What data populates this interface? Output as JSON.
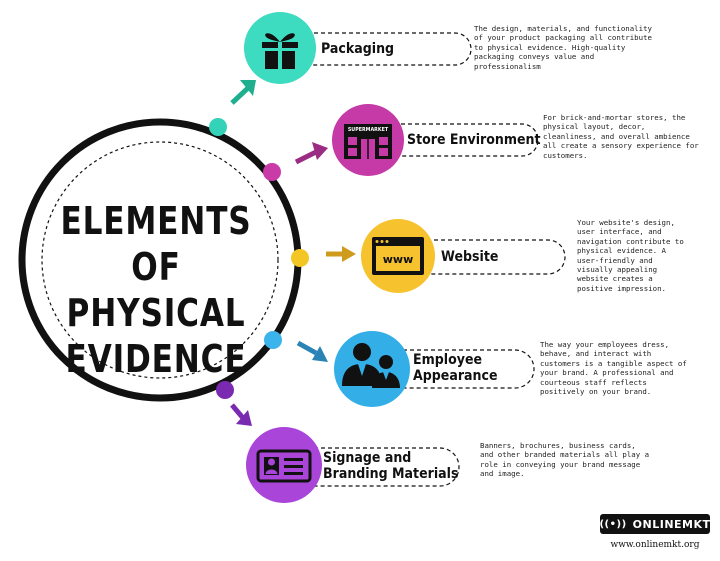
{
  "title": "ELEMENTS OF PHYSICAL EVIDENCE",
  "colors": {
    "teal": "#3ddbc0",
    "magenta": "#c53aa6",
    "yellow": "#f6c22d",
    "blue": "#33aee6",
    "purple": "#a945d8",
    "dot_teal": "#34d3b9",
    "dot_magenta": "#c93ba7",
    "dot_yellow": "#f3c624",
    "dot_blue": "#3ab4ea",
    "arrow_teal": "#1faf8f",
    "arrow_magenta": "#9b2c84",
    "arrow_yellow": "#cf9b1c",
    "arrow_blue": "#2a83b5",
    "arrow_purple": "#7a2ab0"
  },
  "elements": [
    {
      "label": "Packaging",
      "icon": "gift-box-icon",
      "description": "The design, materials, and functionality of your product packaging all contribute to physical evidence. High-quality packaging conveys value and professionalism"
    },
    {
      "label": "Store Environment",
      "icon": "storefront-icon",
      "sign_text": "SUPERMARKET",
      "description": "For brick-and-mortar stores, the physical layout, decor, cleanliness, and overall ambience all create a sensory experience for customers."
    },
    {
      "label": "Website",
      "icon": "browser-window-icon",
      "www_text": "www",
      "description": "Your website's design, user interface, and navigation contribute to physical evidence. A user-friendly and visually appealing website creates a positive impression."
    },
    {
      "label_line1": "Employee",
      "label_line2": "Appearance",
      "icon": "employees-icon",
      "description": "The way your employees dress, behave, and interact with customers is a tangible aspect of your brand. A professional and courteous staff reflects positively on your brand."
    },
    {
      "label_line1": "Signage and",
      "label_line2": "Branding Materials",
      "icon": "id-card-icon",
      "description": "Banners, brochures, business cards, and other branded materials all play a role in conveying your brand message and image."
    }
  ],
  "brand": {
    "logo_text": "ONLINEMKT",
    "logo_icon": "broadcast-icon",
    "url": "www.onlinemkt.org"
  }
}
